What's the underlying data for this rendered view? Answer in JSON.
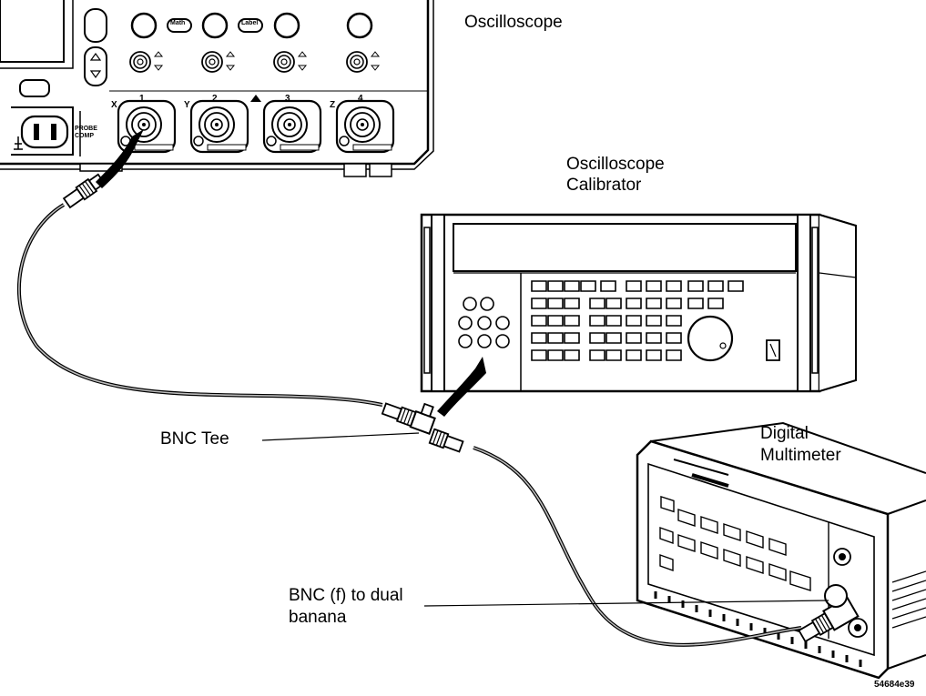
{
  "labels": {
    "oscilloscope": "Oscilloscope",
    "calibrator_line1": "Oscilloscope",
    "calibrator_line2": "Calibrator",
    "dmm_line1": "Digital",
    "dmm_line2": "Multimeter",
    "bnc_tee": "BNC Tee",
    "banana_line1": "BNC (f) to dual",
    "banana_line2": "banana"
  },
  "scope_panel": {
    "channels": [
      "1",
      "2",
      "3",
      "4"
    ],
    "axis_letters": [
      "X",
      "Y",
      "Z"
    ],
    "button_math": "Math",
    "button_label": "Label",
    "probe_comp": "PROBE COMP"
  },
  "figure_id": "54684e39",
  "colors": {
    "ink": "#000000",
    "paper": "#ffffff",
    "cable": "#999999"
  }
}
